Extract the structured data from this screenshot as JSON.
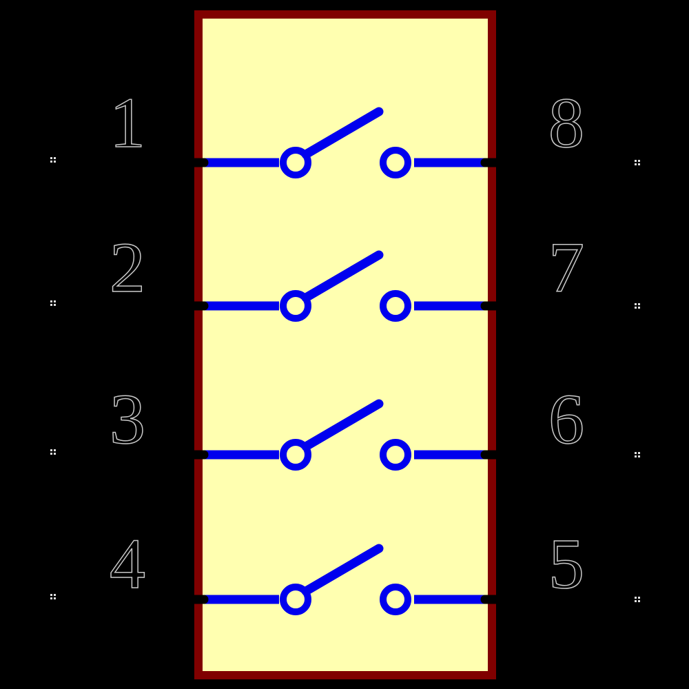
{
  "schematic": {
    "description": "DIP switch schematic symbol with 4 open SPST switches",
    "colors": {
      "background": "#000000",
      "body_fill": "#FFFFB0",
      "body_outline": "#800000",
      "symbol_blue": "#0000EE",
      "pin_black": "#000000",
      "pin_number_outline": "#C8C8C8",
      "marker_gray": "#E0E0E0"
    },
    "switches": [
      {
        "left_pin": "1",
        "right_pin": "8",
        "state": "open"
      },
      {
        "left_pin": "2",
        "right_pin": "7",
        "state": "open"
      },
      {
        "left_pin": "3",
        "right_pin": "6",
        "state": "open"
      },
      {
        "left_pin": "4",
        "right_pin": "5",
        "state": "open"
      }
    ]
  }
}
